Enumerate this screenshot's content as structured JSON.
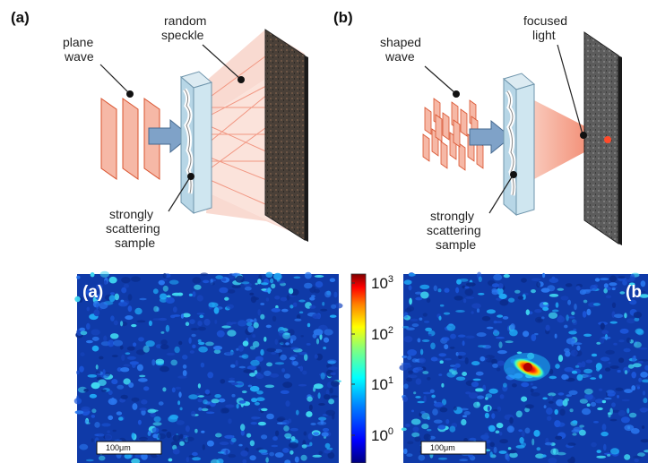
{
  "top": {
    "panel_a": {
      "label": "(a)",
      "incident_label_1": "plane",
      "incident_label_2": "wave",
      "output_label_1": "random",
      "output_label_2": "speckle",
      "sample_label_1": "strongly",
      "sample_label_2": "scattering",
      "sample_label_3": "sample"
    },
    "panel_b": {
      "label": "(b)",
      "incident_label_1": "shaped",
      "incident_label_2": "wave",
      "output_label_1": "focused",
      "output_label_2": "light",
      "sample_label_1": "strongly",
      "sample_label_2": "scattering",
      "sample_label_3": "sample"
    }
  },
  "bottom": {
    "left_image": {
      "label": "(a)",
      "scalebar": "100μm"
    },
    "right_image": {
      "label": "(b",
      "scalebar": "100μm"
    },
    "colorbar": {
      "ticks": [
        {
          "base": "10",
          "exp": "3"
        },
        {
          "base": "10",
          "exp": "2"
        },
        {
          "base": "10",
          "exp": "1"
        },
        {
          "base": "10",
          "exp": "0"
        }
      ],
      "colors": [
        "#00007f",
        "#0000ff",
        "#0080ff",
        "#00ffff",
        "#80ff80",
        "#ffff00",
        "#ff8000",
        "#ff0000",
        "#7f0000"
      ]
    }
  },
  "colors": {
    "wave_fill": "#f6b8a6",
    "wave_stroke": "#d9532f",
    "arrow": "#7fa2c8",
    "glass": "#c9e4f0",
    "screen": "#3a3a3a",
    "ray": "#f2a08c",
    "speckle_bg": "#0f3aa8"
  }
}
